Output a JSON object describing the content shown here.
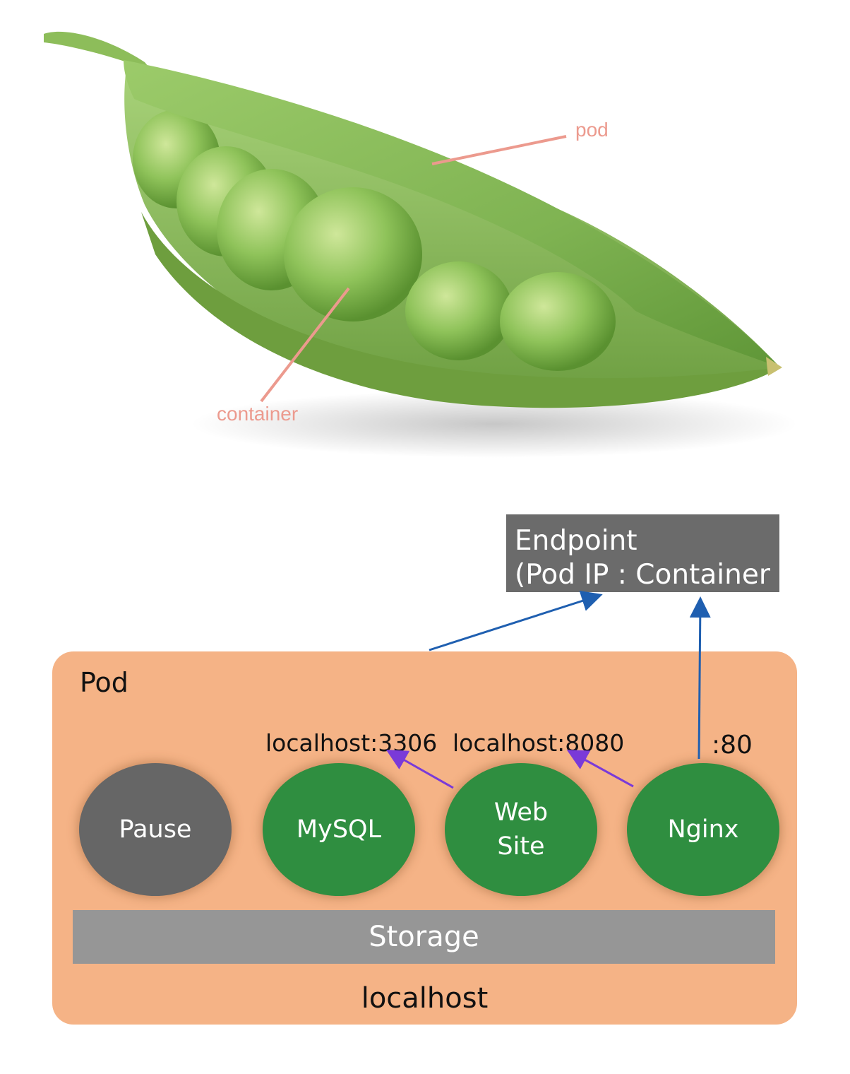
{
  "illustration": {
    "callouts": {
      "pod": "pod",
      "container": "container"
    }
  },
  "endpoint": {
    "line1": "Endpoint",
    "line2": "(Pod IP : Container"
  },
  "pod": {
    "label": "Pod",
    "ports": {
      "mysql": "localhost:3306",
      "website": "localhost:8080",
      "nginx": ":80"
    },
    "containers": {
      "pause": "Pause",
      "mysql": "MySQL",
      "website_line1": "Web",
      "website_line2": "Site",
      "nginx": "Nginx"
    },
    "storage": "Storage",
    "network": "localhost"
  },
  "colors": {
    "pod_background": "#f5b386",
    "container_green": "#2f8e40",
    "pause_gray": "#666666",
    "endpoint_gray": "#6b6b6b",
    "storage_gray": "#969696",
    "callout_pink": "#ec9a8e",
    "arrow_blue": "#1f5fb0",
    "arrow_purple": "#7a3ad8"
  }
}
